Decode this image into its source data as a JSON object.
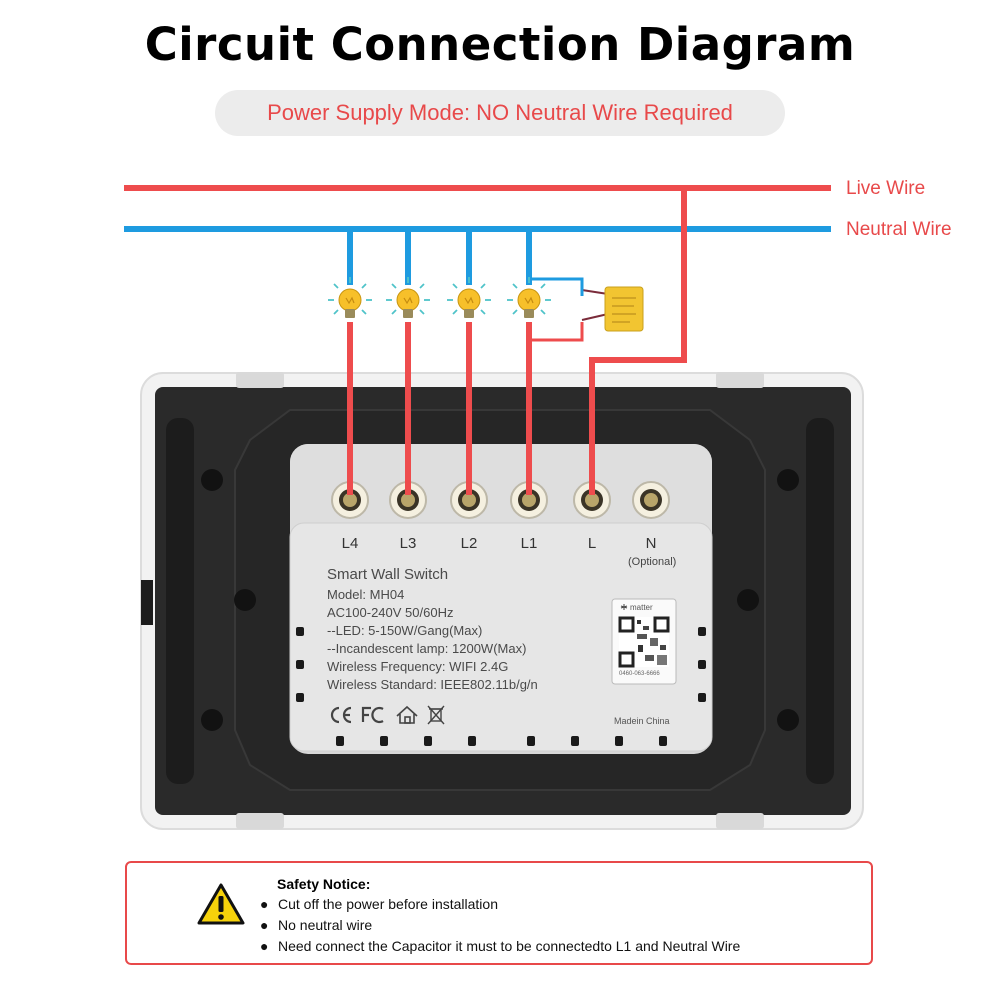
{
  "title": "Circuit Connection Diagram",
  "subtitle": "Power Supply Mode: NO Neutral Wire Required",
  "wires": {
    "live_label": "Live Wire",
    "neutral_label": "Neutral Wire",
    "live_color": "#ee4c4d",
    "neutral_color": "#1e9be0"
  },
  "terminals": [
    "L4",
    "L3",
    "L2",
    "L1",
    "L",
    "N"
  ],
  "terminal_optional": "(Optional)",
  "label": {
    "title": "Smart Wall Switch",
    "lines": [
      "Model: MH04",
      "AC100-240V 50/60Hz",
      "--LED: 5-150W/Gang(Max)",
      "--Incandescent lamp: 1200W(Max)",
      "Wireless Frequency: WIFI 2.4G",
      "Wireless Standard: IEEE802.11b/g/n"
    ],
    "made_in": "Madein China",
    "matter": "matter",
    "qr_number": "0460-063-6666"
  },
  "notice": {
    "title": "Safety Notice:",
    "items": [
      "Cut off the power before installation",
      "No neutral wire",
      "Need connect the Capacitor it must to be connectedto L1 and Neutral Wire"
    ]
  },
  "icons": [
    "light-bulb-icon",
    "capacitor-icon",
    "warning-icon",
    "qr-code-icon"
  ]
}
